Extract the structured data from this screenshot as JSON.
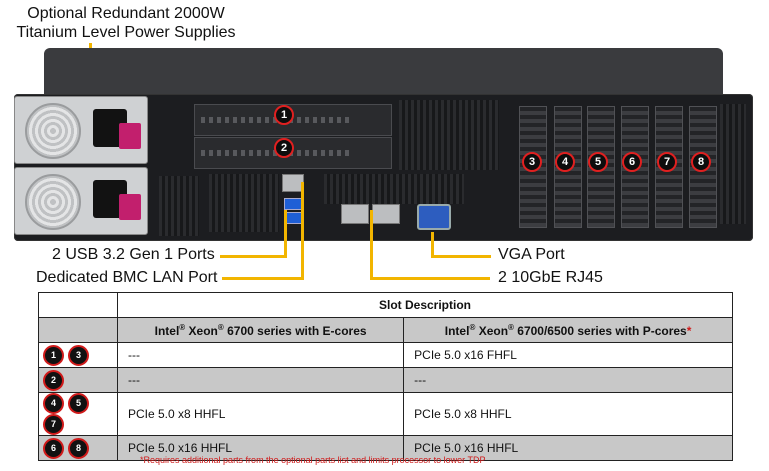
{
  "callouts": {
    "psu_line1": "Optional Redundant 2000W",
    "psu_line2": "Titanium Level Power Supplies",
    "usb": "2 USB 3.2 Gen 1 Ports",
    "bmc": "Dedicated BMC LAN Port",
    "vga": "VGA Port",
    "rj45": "2 10GbE RJ45"
  },
  "slot_markers": [
    "1",
    "2",
    "3",
    "4",
    "5",
    "6",
    "7",
    "8"
  ],
  "table": {
    "title": "Slot Description",
    "col1_a": "Intel",
    "col1_b": "Xeon",
    "col1_c": "6700 series with E-cores",
    "col2_a": "Intel",
    "col2_b": "Xeon",
    "col2_c": "6700/6500 series with P-cores",
    "reg": "®",
    "asterisk": "*",
    "rows": [
      {
        "slots": [
          "1",
          "3"
        ],
        "e": "---",
        "p": "PCIe 5.0 x16 FHFL"
      },
      {
        "slots": [
          "2"
        ],
        "e": "---",
        "p": "---"
      },
      {
        "slots": [
          "4",
          "5",
          "7"
        ],
        "e": "PCIe 5.0 x8 HHFL",
        "p": "PCIe 5.0 x8 HHFL"
      },
      {
        "slots": [
          "6",
          "8"
        ],
        "e": "PCIe 5.0 x16 HHFL",
        "p": "PCIe 5.0 x16 HHFL"
      }
    ]
  },
  "footnote": "*Requires additional parts from the optional parts list and limits processor to lower TDP",
  "colors": {
    "leader": "#f2b500",
    "marker_ring": "#e02020",
    "shade": "#c8c8c8"
  }
}
